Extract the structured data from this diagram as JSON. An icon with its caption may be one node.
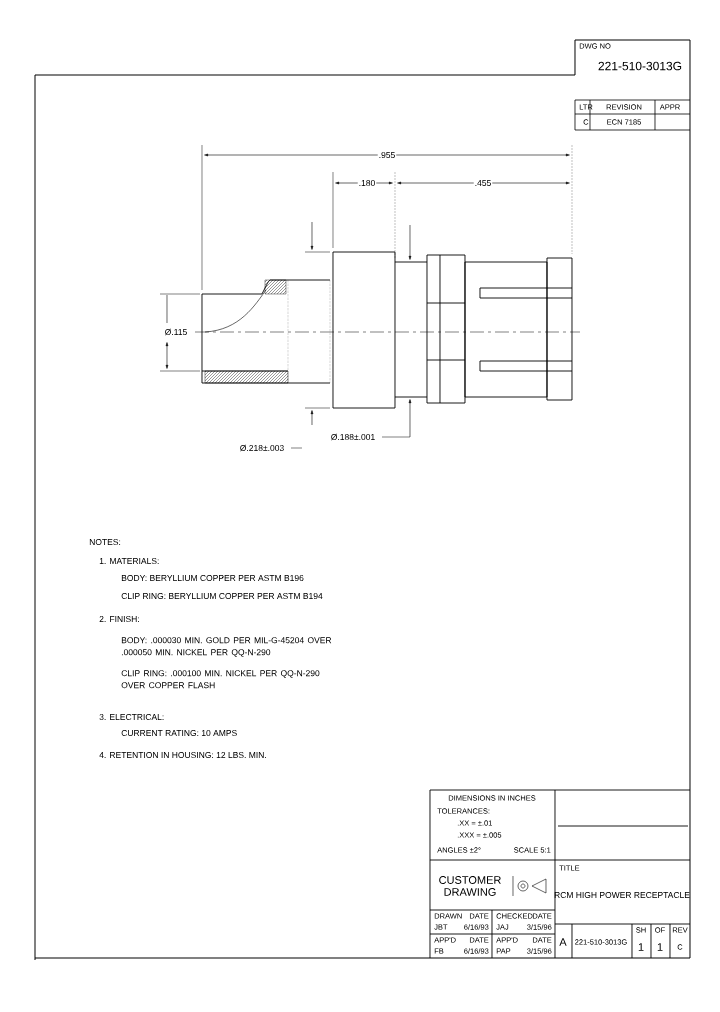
{
  "diagram": {
    "labels": [
      "DWG NO",
      "221-510-3013G",
      "LTR",
      "REVISION",
      "APPR",
      "C",
      "ECN 7185",
      ".955",
      ".180",
      ".455",
      "Ø.115",
      "Ø.218±.003",
      "Ø.188±.001",
      "NOTES:",
      "1. MATERIALS:",
      "BODY: BERYLLIUM COPPER PER ASTM B196",
      "CLIP RING: BERYLLIUM COPPER PER ASTM B194",
      "2. FINISH:",
      "BODY: .000030 MIN. GOLD PER MIL-G-45204 OVER .000050 MIN. NICKEL PER QQ-N-290",
      "CLIP RING: .000100 MIN. NICKEL PER QQ-N-290 OVER COPPER FLASH",
      "3. ELECTRICAL:",
      "CURRENT RATING: 10 AMPS",
      "4. RETENTION IN HOUSING: 12 LBS. MIN.",
      "DIMENSIONS IN INCHES",
      "TOLERANCES:",
      ".XX = ±.01",
      ".XXX = ±.005",
      "ANGLES ±2°",
      "SCALE 5:1",
      "CUSTOMER DRAWING",
      "TITLE",
      "RCM HIGH POWER RECEPTACLE",
      "DRAWN",
      "DATE",
      "CHECKED",
      "DATE",
      "JBT",
      "6/16/93",
      "JAJ",
      "3/15/96",
      "APP'D",
      "DATE",
      "APP'D",
      "DATE",
      "FB",
      "6/16/93",
      "PAP",
      "3/15/96",
      "A",
      "221-510-3013G",
      "SH",
      "OF",
      "REV",
      "1",
      "1",
      "C"
    ]
  }
}
